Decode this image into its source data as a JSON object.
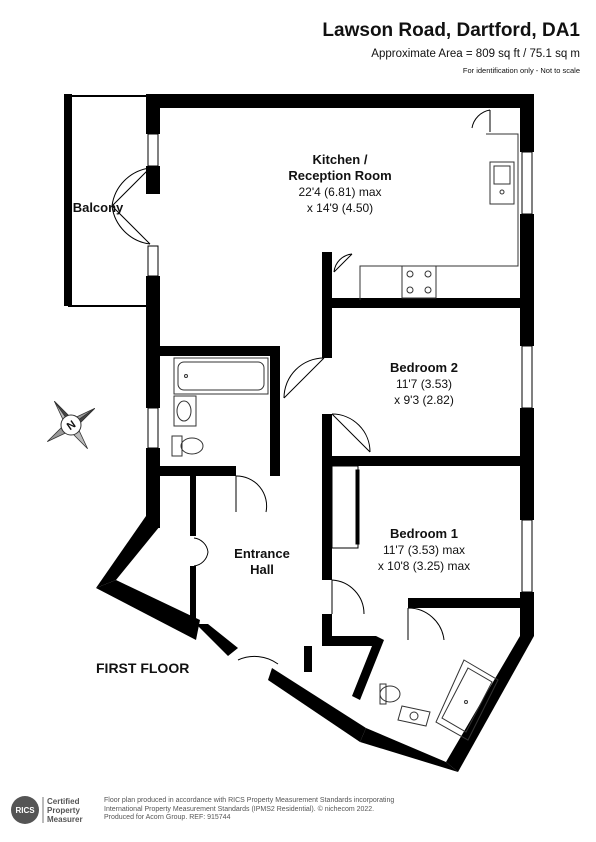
{
  "header": {
    "title": "Lawson Road, Dartford, DA1",
    "area": "Approximate Area = 809 sq ft / 75.1 sq m",
    "disclaimer": "For identification only - Not to scale"
  },
  "rooms": {
    "kitchen": {
      "name_line1": "Kitchen /",
      "name_line2": "Reception Room",
      "dim1": "22'4 (6.81) max",
      "dim2": "x 14'9 (4.50)"
    },
    "balcony": {
      "name": "Balcony"
    },
    "bedroom2": {
      "name": "Bedroom 2",
      "dim1": "11'7 (3.53)",
      "dim2": "x 9'3 (2.82)"
    },
    "bedroom1": {
      "name": "Bedroom 1",
      "dim1": "11'7 (3.53) max",
      "dim2": "x 10'8 (3.25) max"
    },
    "hall": {
      "name_line1": "Entrance",
      "name_line2": "Hall"
    }
  },
  "floor_label": "FIRST FLOOR",
  "compass": {
    "label": "N"
  },
  "footer": {
    "logo_brand": "RICS",
    "logo_line1": "Certified",
    "logo_line2": "Property",
    "logo_line3": "Measurer",
    "line1": "Floor plan produced in accordance with RICS Property Measurement Standards incorporating",
    "line2": "International Property Measurement Standards (IPMS2 Residential).  © nichecom 2022.",
    "line3": "Produced for Acorn Group.   REF:  915744"
  },
  "colors": {
    "wall": "#000000",
    "fixture": "#333333",
    "logo_bg": "#555555"
  }
}
